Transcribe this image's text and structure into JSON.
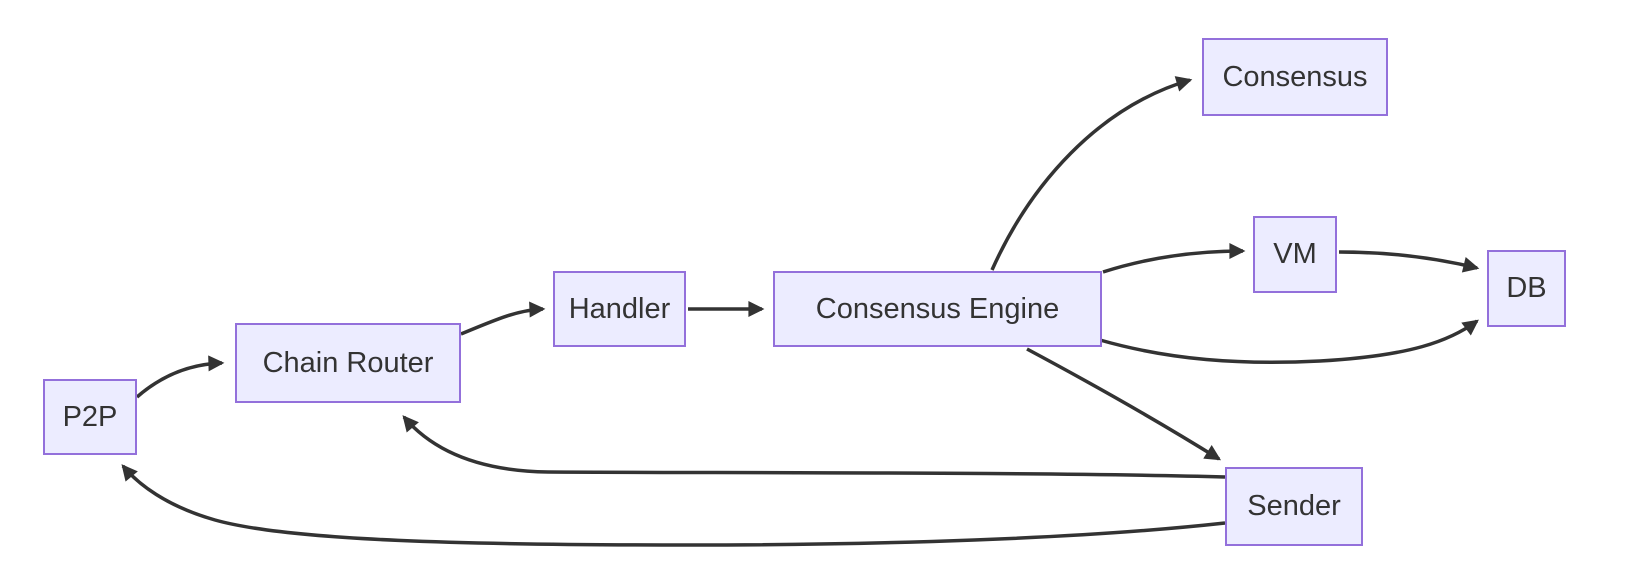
{
  "diagram": {
    "type": "flowchart",
    "direction": "left-to-right",
    "background_color": "#ffffff",
    "node_fill_color": "#ECECFF",
    "node_border_color": "#9370DB",
    "text_color": "#333333",
    "edge_color": "#333333",
    "nodes": [
      {
        "id": "p2p",
        "label": "P2P"
      },
      {
        "id": "chain-router",
        "label": "Chain Router"
      },
      {
        "id": "handler",
        "label": "Handler"
      },
      {
        "id": "consensus-engine",
        "label": "Consensus Engine"
      },
      {
        "id": "consensus",
        "label": "Consensus"
      },
      {
        "id": "vm",
        "label": "VM"
      },
      {
        "id": "db",
        "label": "DB"
      },
      {
        "id": "sender",
        "label": "Sender"
      }
    ],
    "edges": [
      {
        "from": "P2P",
        "to": "Chain Router"
      },
      {
        "from": "Chain Router",
        "to": "Handler"
      },
      {
        "from": "Handler",
        "to": "Consensus Engine"
      },
      {
        "from": "Consensus Engine",
        "to": "Consensus"
      },
      {
        "from": "Consensus Engine",
        "to": "VM"
      },
      {
        "from": "VM",
        "to": "DB"
      },
      {
        "from": "Consensus Engine",
        "to": "DB"
      },
      {
        "from": "Consensus Engine",
        "to": "Sender"
      },
      {
        "from": "Sender",
        "to": "Chain Router"
      },
      {
        "from": "Sender",
        "to": "P2P"
      }
    ]
  }
}
